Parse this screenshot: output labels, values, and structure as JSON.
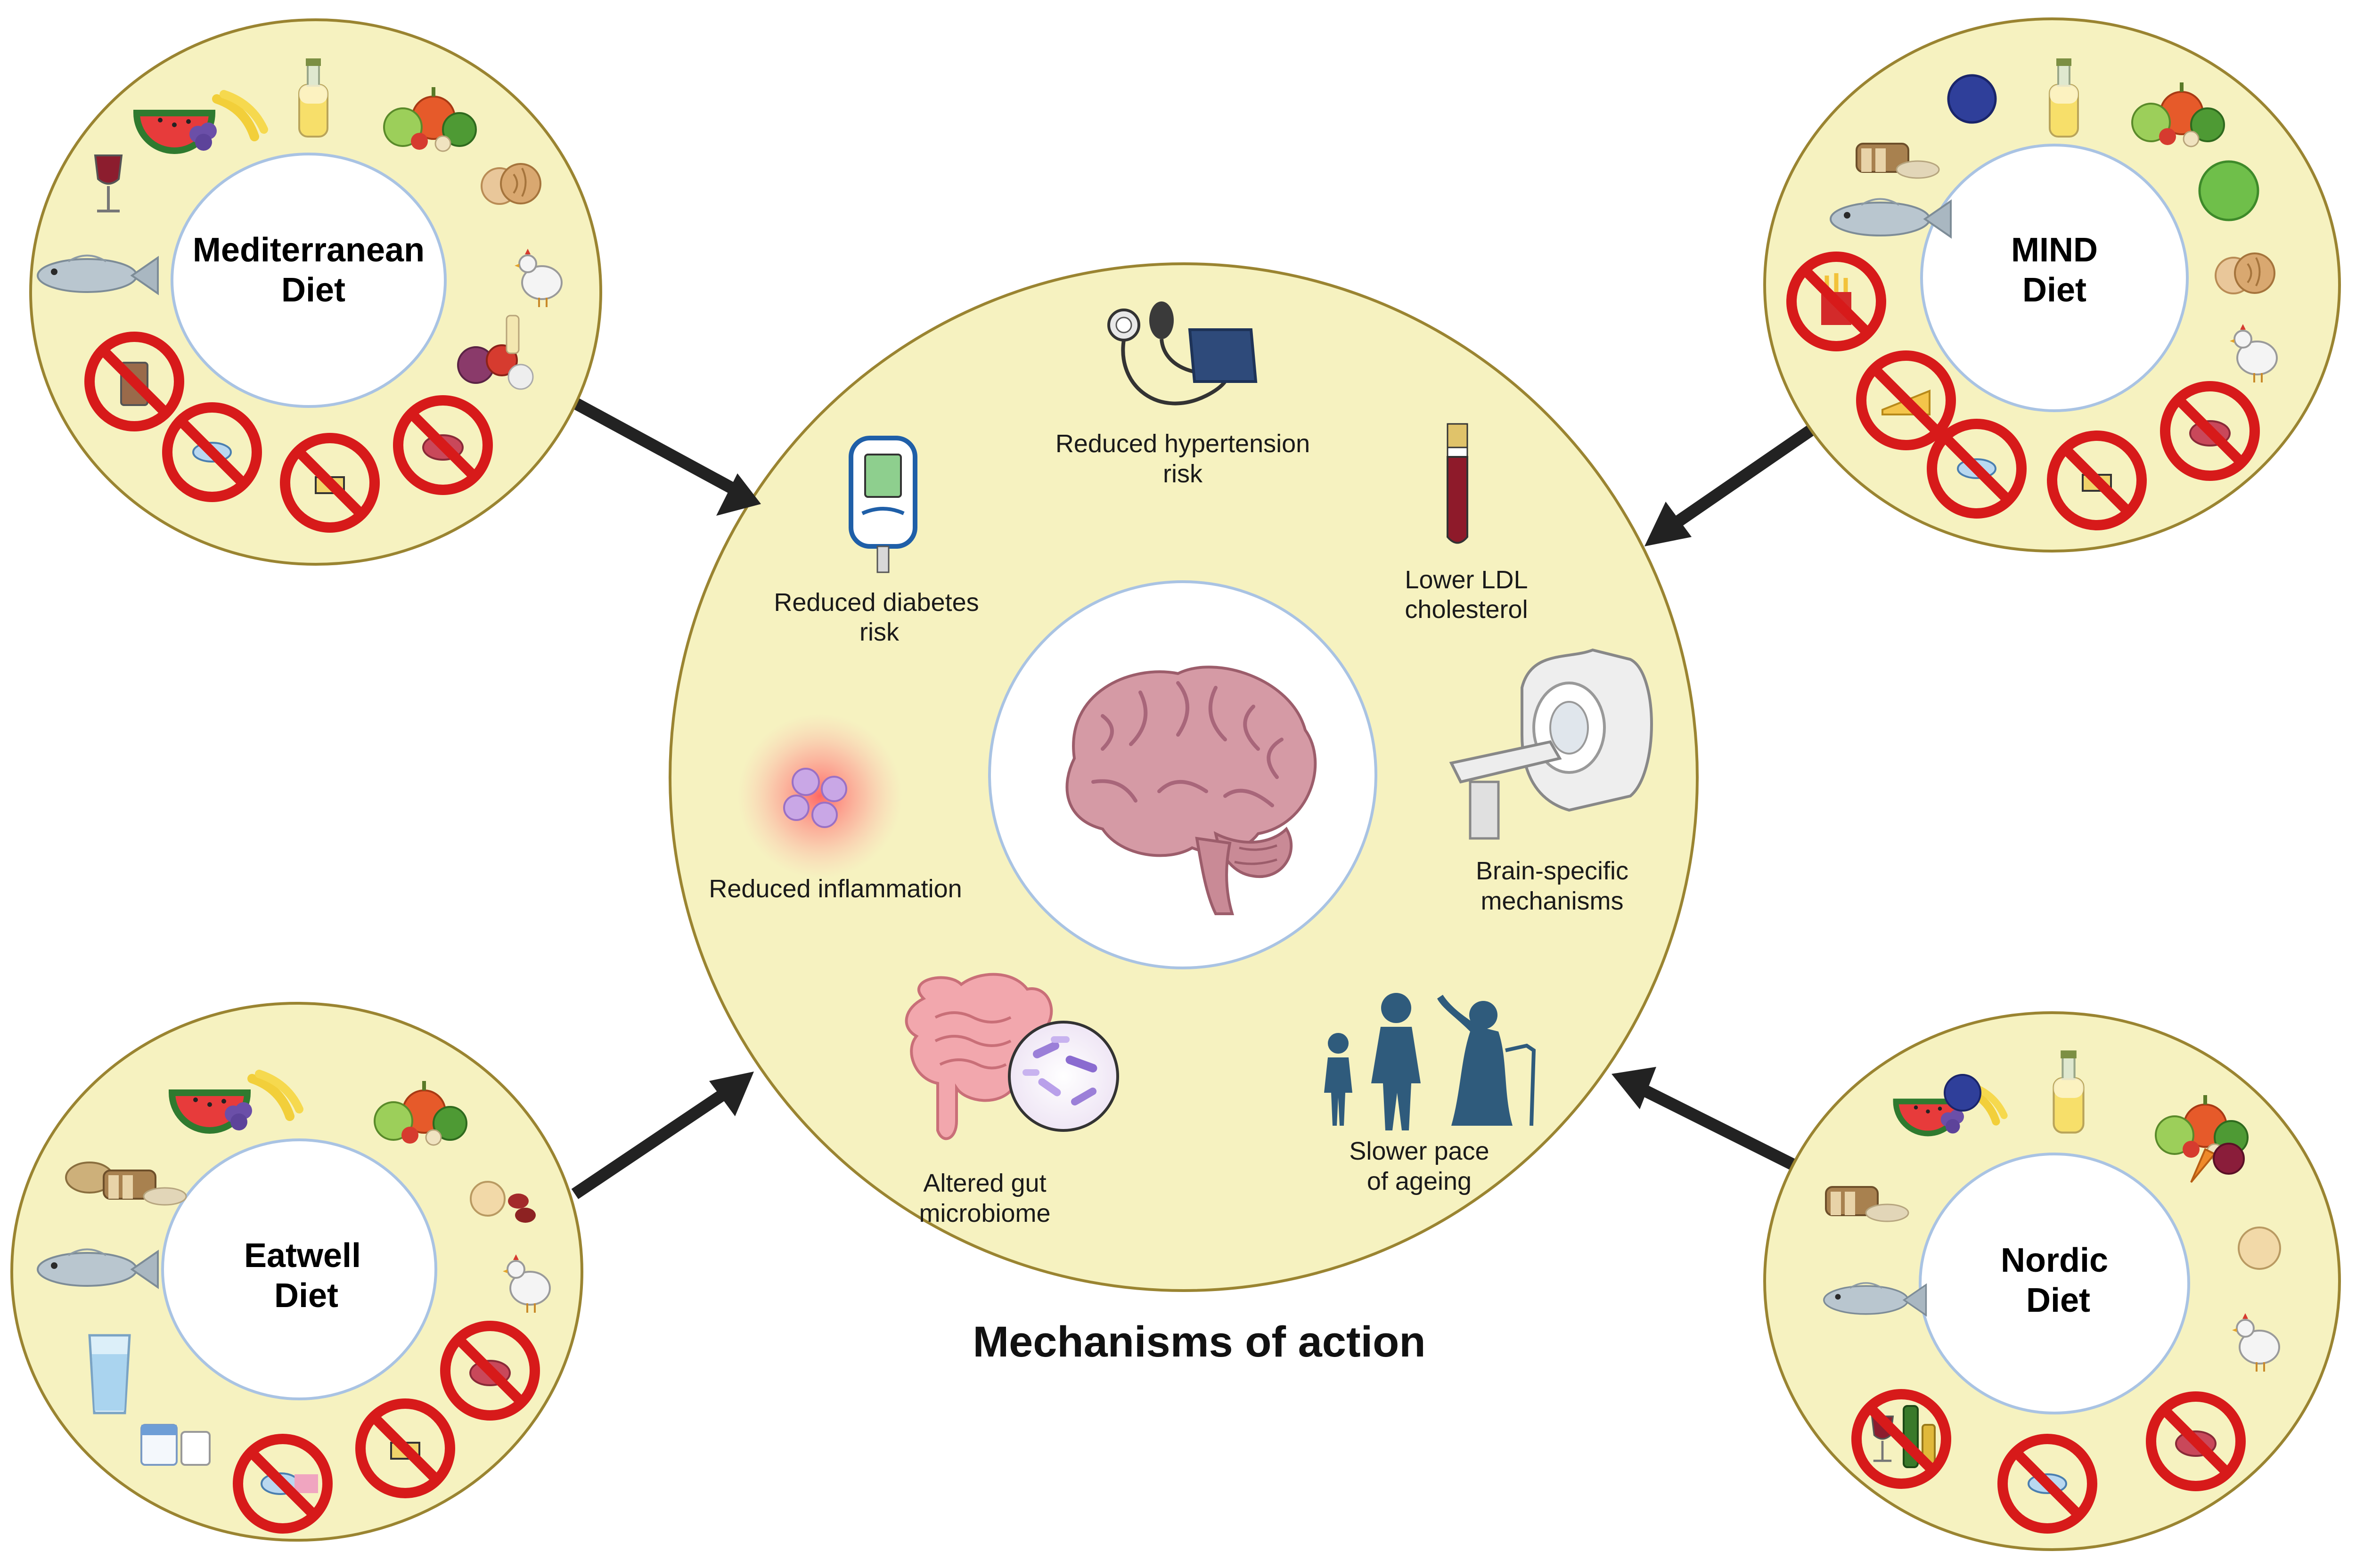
{
  "title": "Mechanisms of action",
  "colors": {
    "plate_fill": "#f6f2c0",
    "plate_stroke": "#9a8431",
    "inner_stroke": "#a9c3e3",
    "no_sign": "#d71a1a",
    "arrow": "#222222",
    "brain": "#d59aa5",
    "people": "#2f5b7c"
  },
  "diets": {
    "mediterranean": {
      "line1": "Mediterranean",
      "line2": "Diet",
      "include": [
        "watermelon-grapes-banana-icon",
        "olive-oil-icon",
        "vegetables-icon",
        "red-wine-icon",
        "nuts-icon",
        "fish-icon",
        "chicken-icon",
        "onion-tomato-icon"
      ],
      "avoid": [
        "soft-drink-icon",
        "sweets-icon",
        "butter-icon",
        "red-meat-icon"
      ]
    },
    "mind": {
      "line1": "MIND",
      "line2": "Diet",
      "include": [
        "blueberry-icon",
        "olive-oil-icon",
        "vegetables-icon",
        "whole-grains-icon",
        "leafy-greens-icon",
        "fish-icon",
        "nuts-icon",
        "chicken-icon"
      ],
      "avoid": [
        "fried-food-icon",
        "cheese-icon",
        "sweets-icon",
        "butter-icon",
        "red-meat-icon"
      ]
    },
    "eatwell": {
      "line1": "Eatwell",
      "line2": "Diet",
      "include": [
        "watermelon-grapes-banana-icon",
        "vegetables-icon",
        "potato-bread-icon",
        "legumes-icon",
        "fish-icon",
        "chicken-icon",
        "water-icon",
        "dairy-icon"
      ],
      "avoid": [
        "sweets-icon",
        "butter-icon",
        "red-meat-icon"
      ]
    },
    "nordic": {
      "line1": "Nordic",
      "line2": "Diet",
      "include": [
        "berries-fruit-icon",
        "rapeseed-oil-icon",
        "root-vegetables-icon",
        "whole-grains-icon",
        "nuts-icon",
        "fish-icon",
        "chicken-icon"
      ],
      "avoid": [
        "alcohol-icon",
        "sweets-icon",
        "red-meat-icon"
      ]
    }
  },
  "mechanisms": {
    "hypertension": {
      "line1": "Reduced hypertension",
      "line2": "risk"
    },
    "diabetes": {
      "line1": "Reduced diabetes",
      "line2": "risk"
    },
    "ldl": {
      "line1": "Lower LDL",
      "line2": "cholesterol"
    },
    "inflammation": {
      "line1": "Reduced inflammation"
    },
    "brain": {
      "line1": "Brain-specific",
      "line2": "mechanisms"
    },
    "gut": {
      "line1": "Altered gut",
      "line2": "microbiome"
    },
    "ageing": {
      "line1": "Slower pace",
      "line2": "of ageing"
    }
  }
}
